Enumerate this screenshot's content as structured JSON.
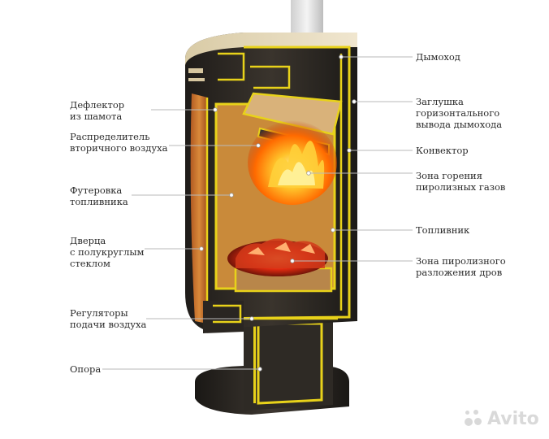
{
  "labels": {
    "deflector": [
      "Дефлектор",
      "из шамота"
    ],
    "distributor": [
      "Распределитель",
      "вторичного воздуха"
    ],
    "lining": [
      "Футеровка",
      "топливника"
    ],
    "door": [
      "Дверца",
      "с полукруглым",
      "стеклом"
    ],
    "regulators": [
      "Регуляторы",
      "подачи воздуха"
    ],
    "support": [
      "Опора"
    ],
    "chimney": [
      "Дымоход"
    ],
    "plug": [
      "Заглушка",
      "горизонтального",
      "вывода дымохода"
    ],
    "convector": [
      "Конвектор"
    ],
    "combustion_zone": [
      "Зона горения",
      "пиролизных газов"
    ],
    "firebox": [
      "Топливник"
    ],
    "pyrolysis_zone": [
      "Зона пиролизного",
      "разложения дров"
    ]
  },
  "watermark": "Avito",
  "colors": {
    "body": "#2b2722",
    "body_top": "#e8dcc0",
    "accent": "#e8d21a",
    "lining": "#c98a3a",
    "glass": "#c46d2a",
    "fire": "#ff8a10"
  }
}
